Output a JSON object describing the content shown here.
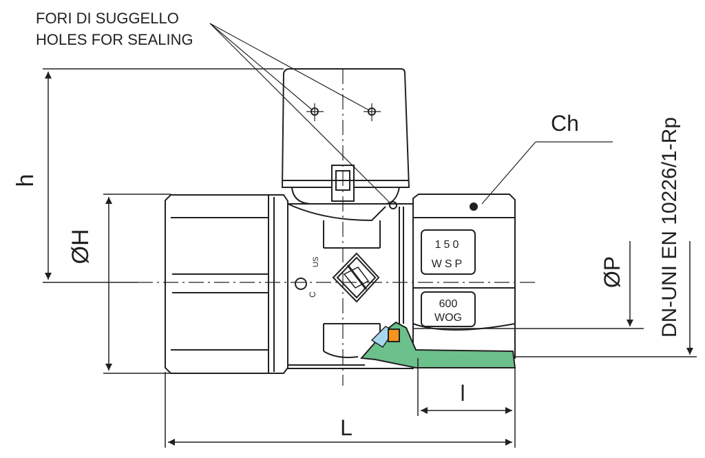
{
  "callout": {
    "line1": "FORI DI SUGGELLO",
    "line2": "HOLES FOR SEALING"
  },
  "dimensions": {
    "h": "h",
    "diam_H": "ØH",
    "Ch": "Ch",
    "diam_P": "ØP",
    "thread": "DN-UNI EN 10226/1-Rp",
    "l": "l",
    "L": "L"
  },
  "markings": {
    "rating_top_1": "150",
    "rating_top_2": "WSP",
    "rating_bottom_1": "600",
    "rating_bottom_2": "WOG",
    "cert_c": "C",
    "cert_us": "US"
  },
  "colors": {
    "line": "#231f20",
    "seat": "#6cc08c",
    "seal": "#f7941d",
    "insert": "#a8d8f0"
  }
}
